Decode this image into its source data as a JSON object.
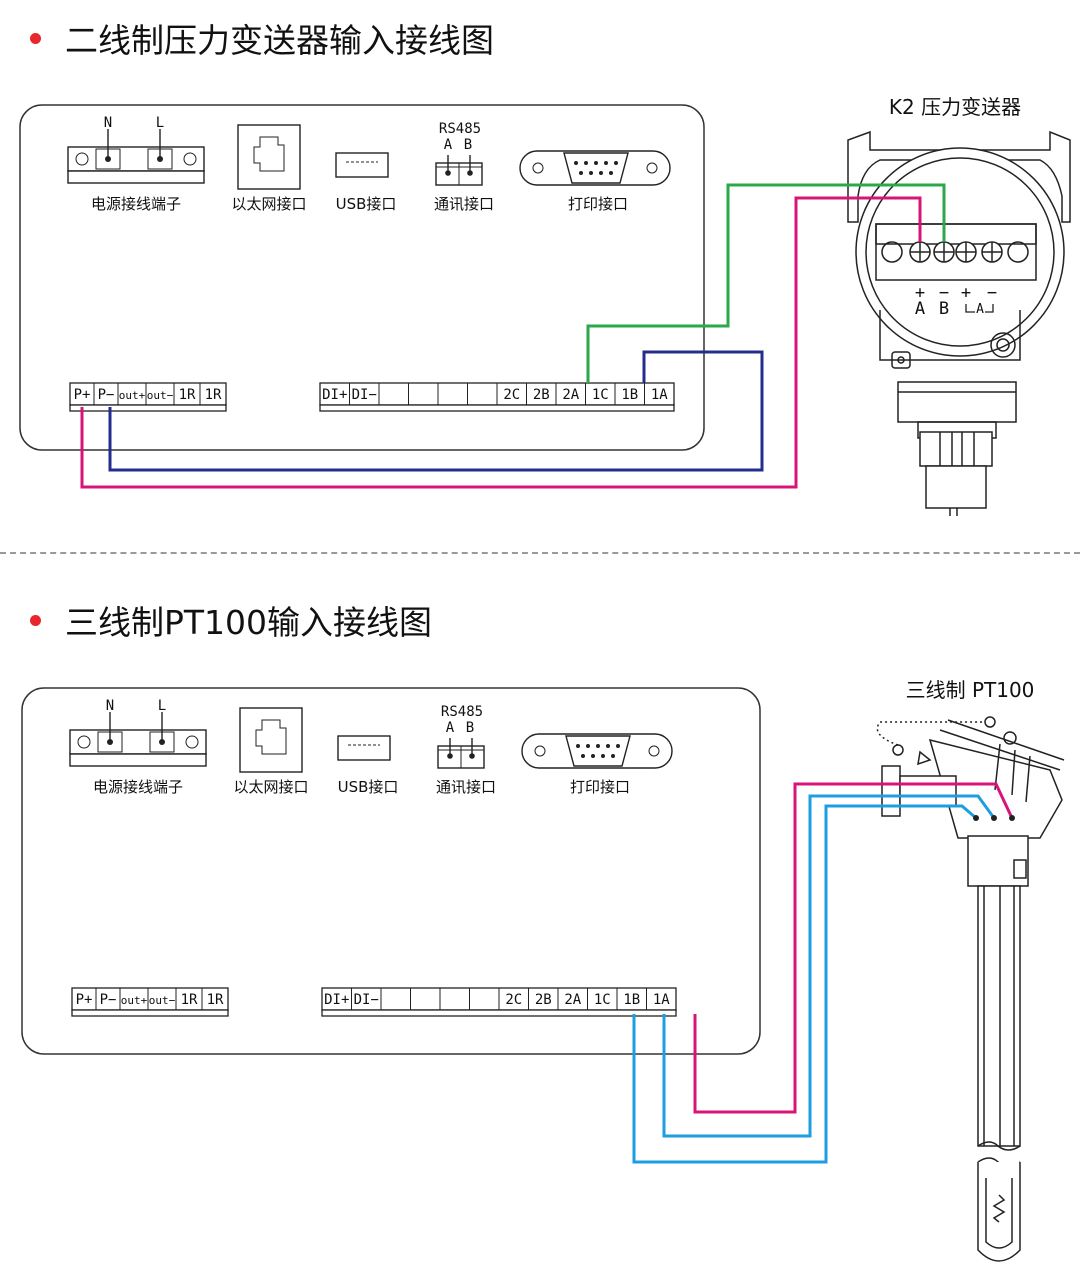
{
  "section1": {
    "title": "二线制压力变送器输入接线图",
    "device_label": "K2 压力变送器",
    "transmitter_terminals": {
      "plus_a": "+",
      "minus_b": "−",
      "plus": "+",
      "minus": "−",
      "label_a": "A",
      "label_b": "B",
      "loop_label": "A"
    }
  },
  "section2": {
    "title": "三线制PT100输入接线图",
    "device_label": "三线制 PT100"
  },
  "panel": {
    "power": {
      "n": "N",
      "l": "L",
      "label": "电源接线端子"
    },
    "ethernet_label": "以太网接口",
    "usb_label": "USB接口",
    "rs485": {
      "title": "RS485",
      "a": "A",
      "b": "B",
      "label": "通讯接口"
    },
    "print_label": "打印接口",
    "left_terminals": [
      "P+",
      "P−",
      "out+",
      "out−",
      "1R",
      "1R"
    ],
    "right_terminals": [
      "DI+",
      "DI−",
      "",
      "",
      "",
      "",
      "2C",
      "2B",
      "2A",
      "1C",
      "1B",
      "1A"
    ]
  },
  "colors": {
    "green": "#2aa84a",
    "navy": "#242c8c",
    "magenta": "#d8147a",
    "cyan": "#1e9ee0",
    "line": "#222222",
    "bullet": "#e8262b"
  }
}
